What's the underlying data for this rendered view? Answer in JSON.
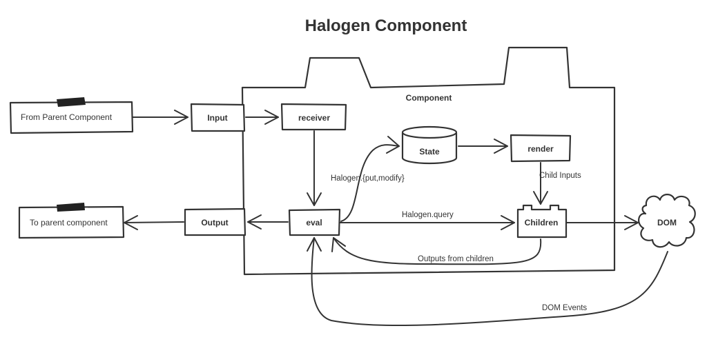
{
  "title": "Halogen Component",
  "component": {
    "label": "Component"
  },
  "nodes": {
    "from_parent": "From Parent Component",
    "input": "Input",
    "receiver": "receiver",
    "state": "State",
    "render": "render",
    "to_parent": "To parent component",
    "output": "Output",
    "eval": "eval",
    "children": "Children",
    "dom": "DOM"
  },
  "edges": {
    "put_modify": "Halogen.{put,modify}",
    "child_inputs": "Child Inputs",
    "query": "Halogen.query",
    "outputs_from_children": "Outputs from children",
    "dom_events": "DOM Events"
  }
}
